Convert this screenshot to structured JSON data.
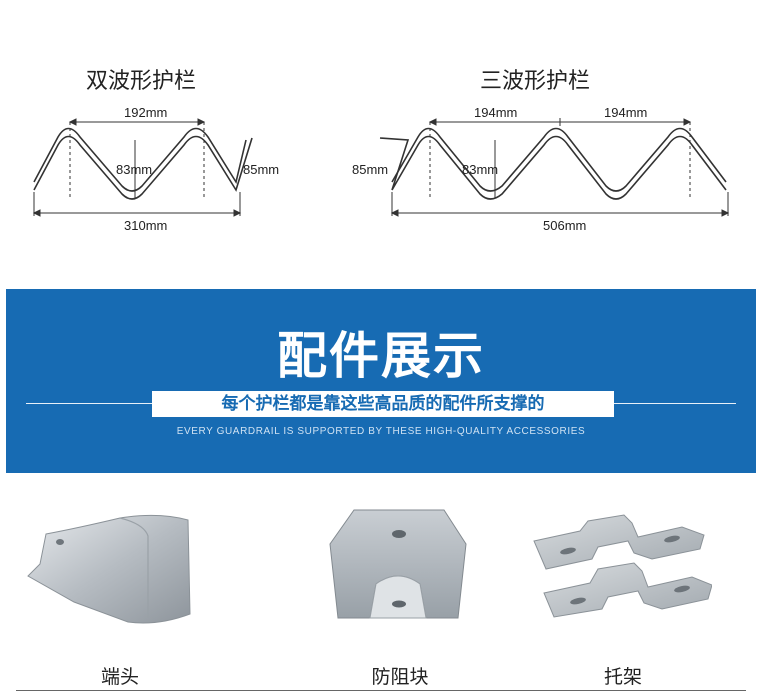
{
  "profiles": {
    "double": {
      "title": "双波形护栏",
      "pitch": "192mm",
      "depth": "83mm",
      "height": "85mm",
      "width": "310mm"
    },
    "triple": {
      "title": "三波形护栏",
      "pitch_1": "194mm",
      "pitch_2": "194mm",
      "height": "85mm",
      "depth": "83mm",
      "width": "506mm"
    }
  },
  "banner": {
    "title": "配件展示",
    "subtitle": "每个护栏都是靠这些高品质的配件所支撑的",
    "english": "EVERY GUARDRAIL IS SUPPORTED BY THESE HIGH-QUALITY ACCESSORIES",
    "color": "#176bb3"
  },
  "accessories": [
    {
      "label": "端头",
      "icon": "end-terminal-image"
    },
    {
      "label": "防阻块",
      "icon": "spacer-block-image"
    },
    {
      "label": "托架",
      "icon": "bracket-image"
    }
  ]
}
